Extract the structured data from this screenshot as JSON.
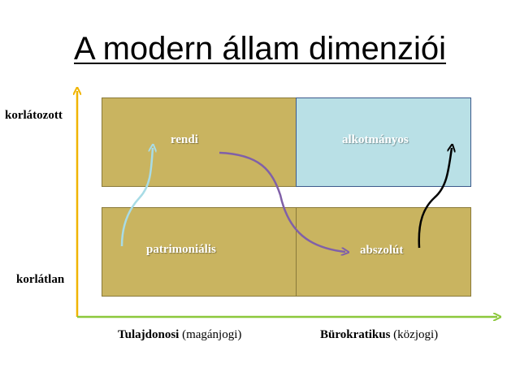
{
  "title": "A modern állam dimenziói",
  "y_axis": {
    "top_label": "korlátozott",
    "bottom_label": "korlátlan",
    "color": "#f0b400"
  },
  "x_axis": {
    "left_label_bold": "Tulajdonosi",
    "left_label_rest": " (magánjogi)",
    "right_label_bold": "Bürokratikus",
    "right_label_rest": " (közjogi)",
    "color": "#8cc83c"
  },
  "quadrants": {
    "top_left": {
      "label": "rendi",
      "color": "#c9b460"
    },
    "top_right": {
      "label": "alkotmányos",
      "color": "#b9e0e6"
    },
    "bottom_left": {
      "label": "patrimoniális",
      "color": "#c9b460"
    },
    "bottom_right": {
      "label": "abszolút",
      "color": "#c9b460"
    }
  },
  "arrows": {
    "patrimonialis_to_rendi": {
      "color": "#a8dce6"
    },
    "rendi_to_abszolut": {
      "color": "#8060a8"
    },
    "abszolut_to_alkotmanyos": {
      "color": "#000000"
    }
  }
}
